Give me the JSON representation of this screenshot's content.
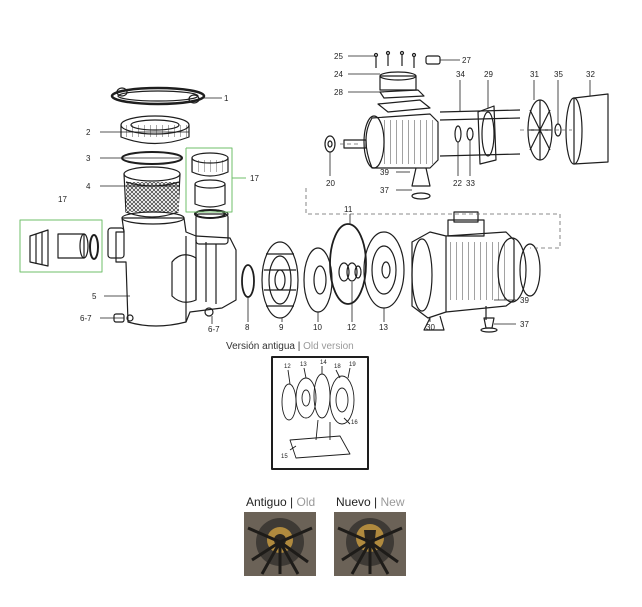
{
  "callouts": {
    "c1": "1",
    "c2": "2",
    "c3": "3",
    "c4": "4",
    "c5": "5",
    "c6_7a": "6-7",
    "c6_7b": "6-7",
    "c8": "8",
    "c9": "9",
    "c10": "10",
    "c11": "11",
    "c12": "12",
    "c13": "13",
    "c17a": "17",
    "c17b": "17",
    "c20": "20",
    "c22": "22",
    "c24": "24",
    "c25": "25",
    "c27": "27",
    "c28": "28",
    "c29": "29",
    "c30": "30",
    "c31": "31",
    "c32": "32",
    "c33": "33",
    "c34": "34",
    "c35": "35",
    "c37a": "37",
    "c37b": "37",
    "c39a": "39",
    "c39b": "39"
  },
  "inset": {
    "c12": "12",
    "c13": "13",
    "c14": "14",
    "c15": "15",
    "c16": "16",
    "c18": "18",
    "c19": "19"
  },
  "old_version_caption": {
    "es": "Versión antigua",
    "sep": " | ",
    "en": "Old version"
  },
  "comparison": {
    "old": {
      "es": "Antiguo",
      "sep": " | ",
      "en": "Old"
    },
    "new": {
      "es": "Nuevo",
      "sep": " | ",
      "en": "New"
    }
  },
  "colors": {
    "line": "#1e1e1e",
    "leader_green": "#6fbf6a",
    "muted_text": "#9a9a9a",
    "photo_bg": "#6b6257",
    "brass": "#b08a3e"
  }
}
